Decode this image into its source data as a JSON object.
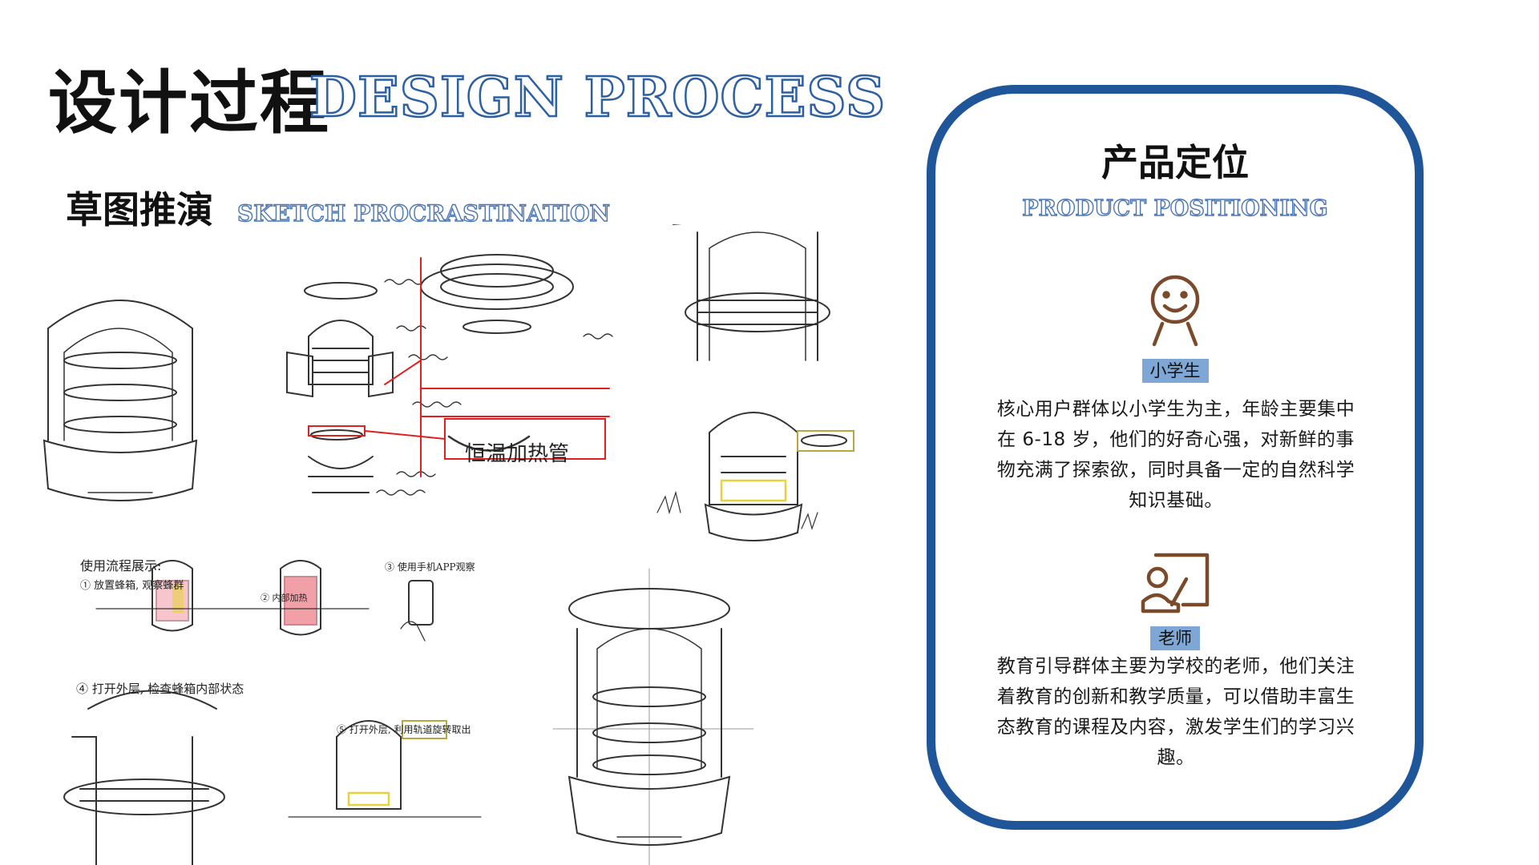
{
  "header": {
    "title_cn": "设计过程",
    "title_en": "DESIGN PROCESS"
  },
  "section": {
    "title_cn": "草图推演",
    "title_en": "SKETCH PROCRASTINATION"
  },
  "sketch_notes": {
    "heater": "恒温加热管",
    "usage_title": "使用流程展示:",
    "step1": "① 放置蜂箱, 观察蜂群",
    "step2": "② 内部加热",
    "step3": "③ 使用手机APP观察",
    "step4": "④ 打开外层, 检查蜂箱内部状态",
    "step5": "⑤ 打开外层, 利用轨道旋转取出"
  },
  "card": {
    "title_cn": "产品定位",
    "title_en": "PRODUCT POSITIONING",
    "persona1": {
      "label": "小学生",
      "icon": "smiley-person-icon",
      "text": "核心用户群体以小学生为主，年龄主要集中在 6-18 岁，他们的好奇心强，对新鲜的事物充满了探索欲，同时具备一定的自然科学知识基础。"
    },
    "persona2": {
      "label": "老师",
      "icon": "teacher-board-icon",
      "text": "教育引导群体主要为学校的老师，他们关注着教育的创新和教学质量，可以借助丰富生态教育的课程及内容，激发学生们的学习兴趣。"
    }
  },
  "colors": {
    "accent_blue": "#1f5699",
    "outline_blue": "#2d5fa3",
    "badge_blue": "#7ea7d6",
    "icon_brown": "#7a4a2a",
    "sketch_red": "#e02020",
    "sketch_yellow": "#e8d23a",
    "sketch_pink": "#f2a0a8"
  }
}
